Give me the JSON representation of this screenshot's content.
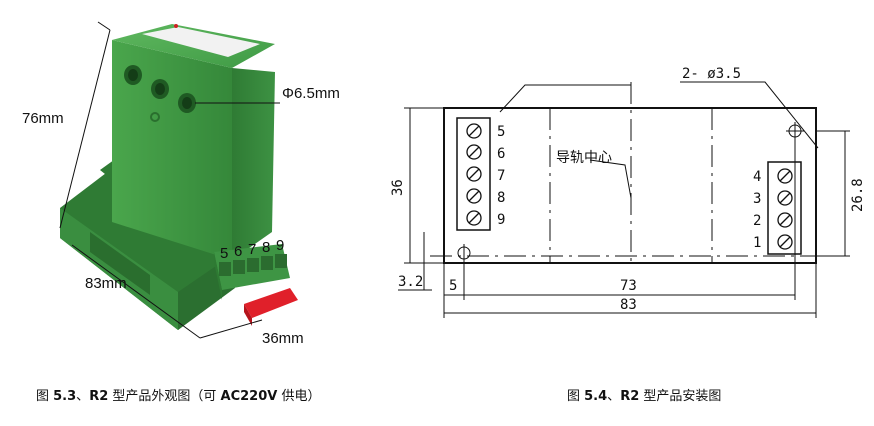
{
  "left_figure": {
    "dim_height": "76mm",
    "dim_length": "83mm",
    "dim_width": "36mm",
    "dim_hole": "Φ6.5mm",
    "terminal_numbers": [
      "5",
      "6",
      "7",
      "8",
      "9"
    ],
    "body_color": "#3f9a45",
    "label_color": "#f2f2f2",
    "clip_color": "#e0202a"
  },
  "right_figure": {
    "hole_note": "2- ø3.5",
    "rail_center_label": "导轨中心",
    "dim_36": "36",
    "dim_26_8": "26.8",
    "dim_3_2": "3.2",
    "dim_5": "5",
    "dim_73": "73",
    "dim_83": "83",
    "left_terminals": [
      "5",
      "6",
      "7",
      "8",
      "9"
    ],
    "right_terminals": [
      "4",
      "3",
      "2",
      "1"
    ]
  },
  "captions": {
    "left_pre": "图 ",
    "left_bold1": "5.3",
    "left_mid": "、",
    "left_bold2": "R2",
    "left_post": " 型产品外观图（可 ",
    "left_bold3": "AC220V",
    "left_end": " 供电）",
    "right_pre": "图 ",
    "right_bold1": "5.4",
    "right_mid": "、",
    "right_bold2": "R2",
    "right_post": " 型产品安装图"
  }
}
